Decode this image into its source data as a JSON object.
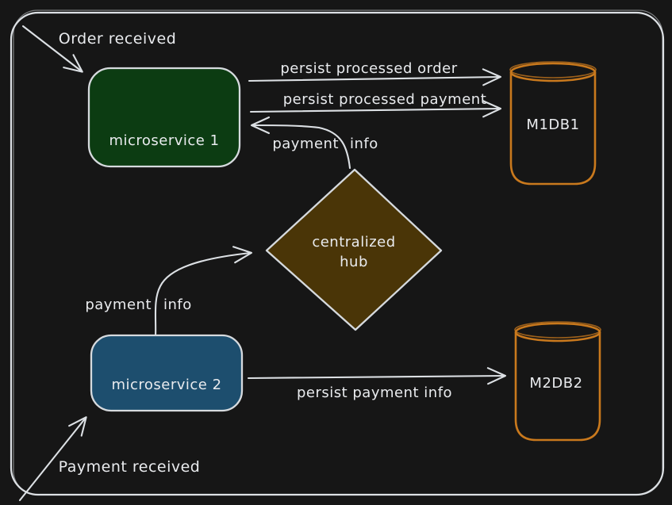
{
  "colors": {
    "background": "#161616",
    "stroke_light": "#dce0e4",
    "text": "#e9ebee",
    "green_fill": "#0c3c12",
    "blue_fill": "#1d4e6e",
    "brown_fill": "#4a3507",
    "db_orange": "#c9791d"
  },
  "nodes": {
    "microservice1": {
      "label": "microservice 1",
      "shape": "rounded-rectangle",
      "fill": "#0c3c12"
    },
    "microservice2": {
      "label": "microservice 2",
      "shape": "rounded-rectangle",
      "fill": "#1d4e6e"
    },
    "hub": {
      "label": "centralized hub",
      "line1": "centralized",
      "line2": "hub",
      "shape": "diamond",
      "fill": "#4a3507"
    },
    "m1db1": {
      "label": "M1DB1",
      "shape": "database-cylinder"
    },
    "m2db2": {
      "label": "M2DB2",
      "shape": "database-cylinder"
    }
  },
  "edges": {
    "order_received": {
      "label": "Order received"
    },
    "payment_received": {
      "label": "Payment received"
    },
    "persist_order": {
      "label": "persist processed order"
    },
    "persist_payment": {
      "label": "persist processed payment"
    },
    "hub_to_ms1": {
      "word1": "payment",
      "word2": "info"
    },
    "ms2_to_hub": {
      "word1": "payment",
      "word2": "info"
    },
    "persist_payment_info": {
      "label": "persist payment info"
    }
  }
}
